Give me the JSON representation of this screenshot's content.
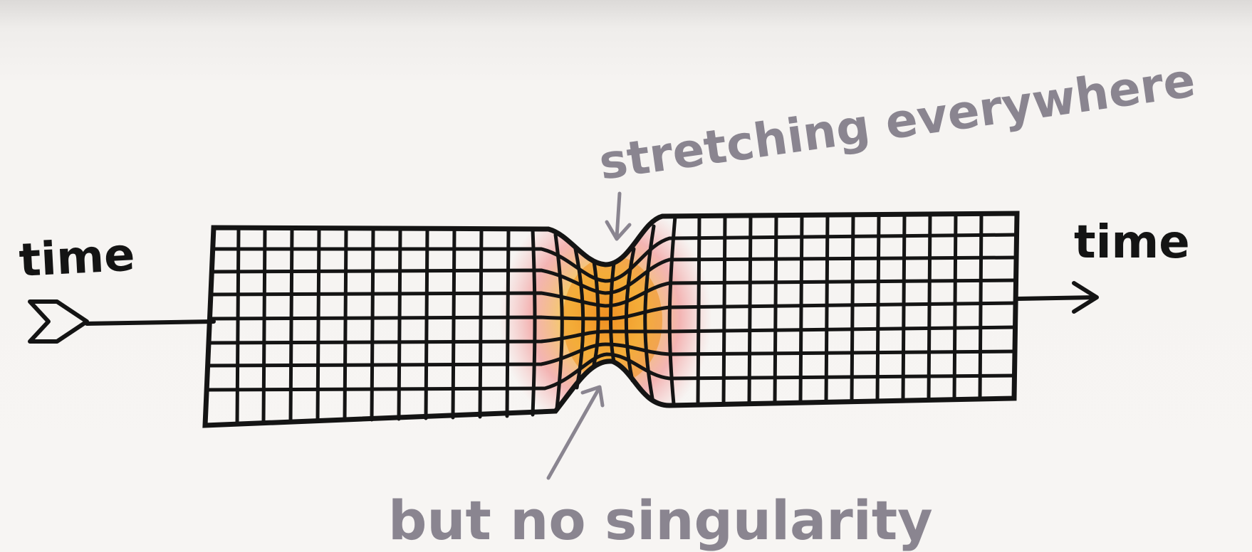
{
  "labels": {
    "time_left": "time",
    "time_right": "time",
    "stretch_note": "stretching everywhere",
    "singularity_note": "but no singularity"
  },
  "colors": {
    "ink": "#141414",
    "pencil_gray": "#8a8590",
    "heat_red": "#f07a7a",
    "heat_orange": "#f5a030",
    "heat_yellow": "#f7d23a",
    "paper": "#f6f4f2"
  }
}
